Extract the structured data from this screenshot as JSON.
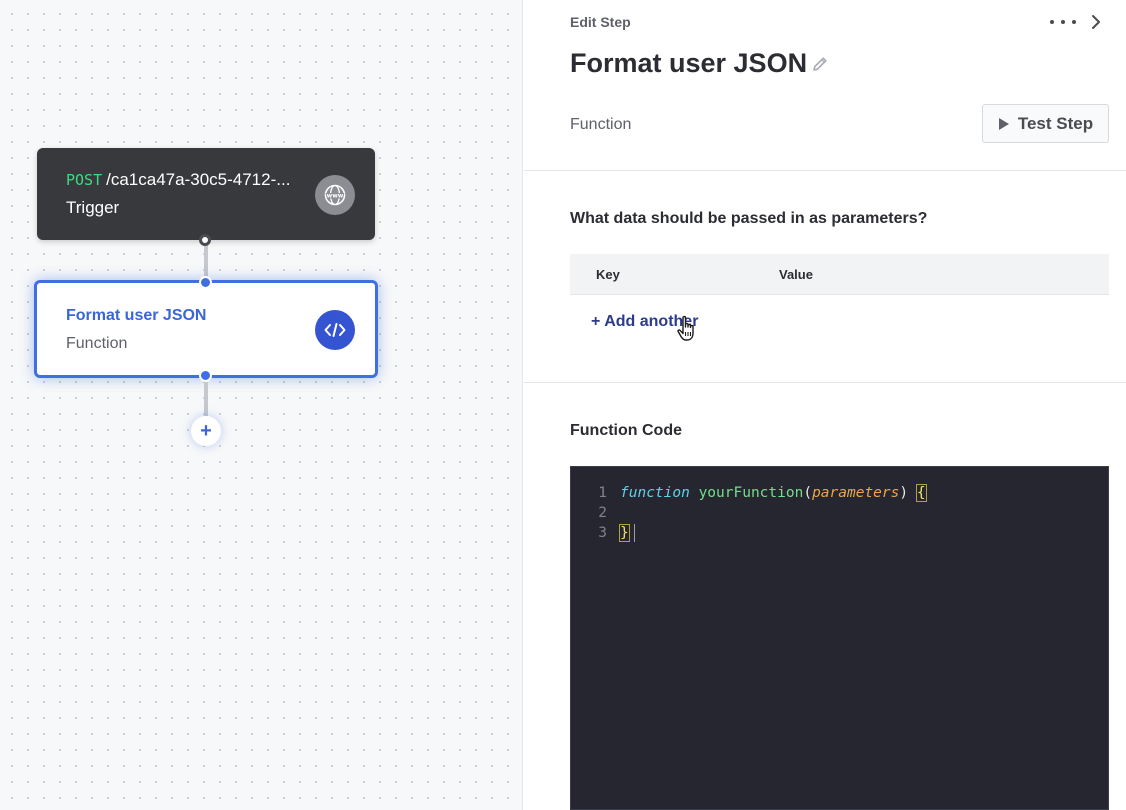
{
  "canvas": {
    "trigger_node": {
      "method": "POST",
      "path": "/ca1ca47a-30c5-4712-...",
      "subtitle": "Trigger",
      "icon": "www-globe-icon"
    },
    "function_node": {
      "title": "Format user JSON",
      "subtitle": "Function",
      "icon": "code-brackets-icon"
    },
    "add_step_label": "+"
  },
  "panel": {
    "header_label": "Edit Step",
    "title": "Format user JSON",
    "step_type": "Function",
    "test_button_label": "Test Step",
    "params_question": "What data should be passed in as parameters?",
    "params_table": {
      "columns": [
        "Key",
        "Value"
      ],
      "rows": []
    },
    "add_another_label": "+ Add another",
    "code_heading": "Function Code",
    "code": {
      "line_numbers": [
        "1",
        "2",
        "3"
      ],
      "keyword": "function",
      "function_name": "yourFunction",
      "open_paren": "(",
      "param": "parameters",
      "close_paren": ")",
      "open_brace": "{",
      "close_brace": "}"
    }
  },
  "colors": {
    "accent": "#3f6fe0",
    "trigger_bg": "#37393d",
    "method_green": "#3ddc84",
    "editor_bg": "#25262f"
  }
}
